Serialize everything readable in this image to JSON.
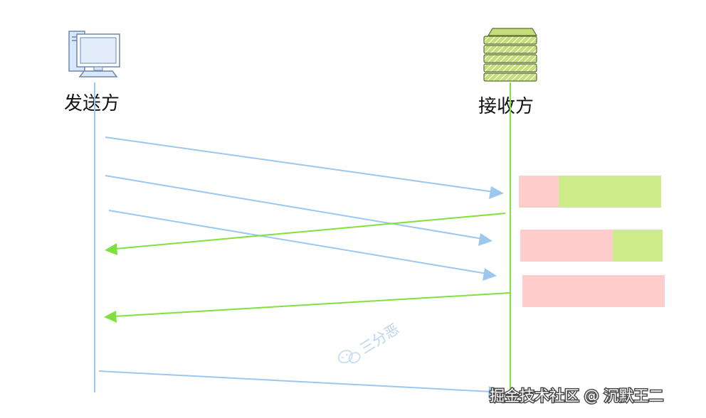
{
  "sender": {
    "label": "发送方",
    "icon": "computer-icon",
    "color": "#9cc7ee"
  },
  "receiver": {
    "label": "接收方",
    "icon": "server-icon",
    "color": "#80e040"
  },
  "messages": [
    {
      "from": "sender",
      "to": "receiver",
      "order": 1
    },
    {
      "from": "sender",
      "to": "receiver",
      "order": 2
    },
    {
      "from": "sender",
      "to": "receiver",
      "order": 3
    },
    {
      "from": "receiver",
      "to": "sender",
      "order": 4
    },
    {
      "from": "receiver",
      "to": "sender",
      "order": 5
    },
    {
      "from": "sender",
      "to": "receiver",
      "order": 6
    }
  ],
  "buffers": [
    {
      "used_fraction": 0.28,
      "used_color": "#ffcccc",
      "free_color": "#cdeb8b"
    },
    {
      "used_fraction": 0.65,
      "used_color": "#ffcccc",
      "free_color": "#cdeb8b"
    },
    {
      "used_fraction": 1.0,
      "used_color": "#ffcccc",
      "free_color": "#cdeb8b"
    }
  ],
  "watermark": {
    "text": "三分恶",
    "icon": "wechat-icon"
  },
  "credit": {
    "text": "掘金技术社区 @ 沉默王二"
  }
}
